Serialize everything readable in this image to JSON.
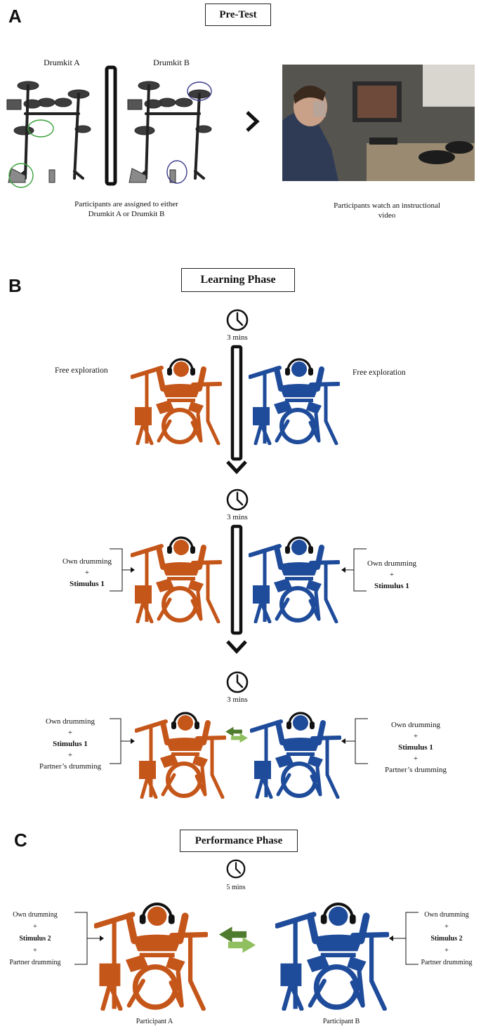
{
  "panels": {
    "a": {
      "letter": "A",
      "title": "Pre-Test",
      "kit_a_label": "Drumkit A",
      "kit_b_label": "Drumkit B",
      "assign_caption_line1": "Participants are assigned to either",
      "assign_caption_line2": "Drumkit A or Drumkit B",
      "video_caption_line1": "Participants watch an instructional",
      "video_caption_line2": "video"
    },
    "b": {
      "letter": "B",
      "title": "Learning Phase",
      "step1": {
        "duration": "3 mins",
        "left_label": "Free exploration",
        "right_label": "Free exploration"
      },
      "step2": {
        "duration": "3 mins",
        "line1": "Own drumming",
        "plus": "+",
        "stimulus": "Stimulus 1"
      },
      "step3": {
        "duration": "3 mins",
        "line1": "Own drumming",
        "plus": "+",
        "stimulus": "Stimulus 1",
        "partner": "Partner’s drumming"
      }
    },
    "c": {
      "letter": "C",
      "title": "Performance Phase",
      "duration": "5 mins",
      "line1": "Own drumming",
      "plus": "+",
      "stimulus": "Stimulus 2",
      "partner": "Partner drumming",
      "participant_a": "Participant A",
      "participant_b": "Participant B"
    }
  },
  "colors": {
    "participant_a": "#c5561a",
    "participant_b": "#1e4b9a",
    "exchange_arrow_dark": "#4f7b2e",
    "exchange_arrow_light": "#8fbf5e",
    "highlight_green": "#3aa23a",
    "highlight_purple": "#3a3a8a"
  }
}
